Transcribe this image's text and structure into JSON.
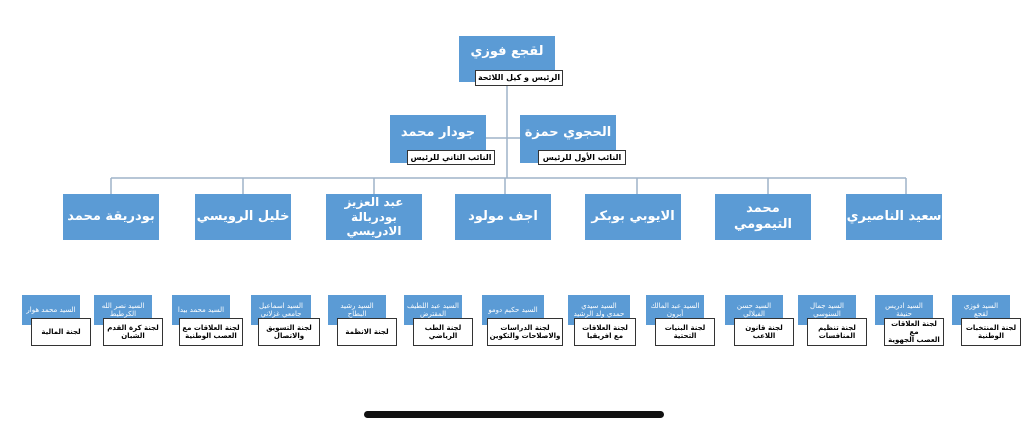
{
  "president": {
    "name": "لقجع فوزي",
    "role": "الرئيس و كيل اللائحة"
  },
  "vice_presidents": [
    {
      "name": "الحجوي حمزة",
      "role": "النائب الأول للرئيس"
    },
    {
      "name": "جودار محمد",
      "role": "النائب الثاني للرئيس"
    }
  ],
  "members": [
    "سعيد الناصيري",
    "محمد التيمومي",
    "الايوبي بوبكر",
    "اجف مولود",
    "عبد العزيز بودربالة\nالادريسي",
    "خليل الرويسي",
    "بودريقة محمد"
  ],
  "committees": [
    {
      "head": "السيد فوزي\nلقجع",
      "name": "لجنة المنتخبات\nالوطنية"
    },
    {
      "head": "السيد ادريس\nحنيفة",
      "name": "لجنة العلاقات مع\nالعصب الجهوية"
    },
    {
      "head": "السيد جمال\nالسنوسي",
      "name": "لجنة تنظيم\nالمنافسات"
    },
    {
      "head": "السيد حسن\nالفيلالي",
      "name": "لجنة قانون\nاللاعب"
    },
    {
      "head": "السيد عبد المالك\nأبرون",
      "name": "لجنة البنيات\nالتحتية"
    },
    {
      "head": "السيد سيدي\nحمدي ولد الرشيد",
      "name": "لجنة العلاقات\nمع افريقيا"
    },
    {
      "head": "السيد حكيم دومو",
      "name": "لجنة الدراسات\nوالاصلاحات والتكوين"
    },
    {
      "head": "السيد عبد اللطيف\nالمقترض",
      "name": "لجنة الطب\nالرياضي"
    },
    {
      "head": "السيد رشيد\nالبطاح",
      "name": "لجنة الانظمة"
    },
    {
      "head": "السيد اسماعيل\nجامعي غزلاني",
      "name": "لجنة التسويق\nوالاتصال"
    },
    {
      "head": "السيد محمد بيدا",
      "name": "لجنة العلاقات مع\nالعصب الوطنية"
    },
    {
      "head": "السيد نصر الله\nالكرطيط",
      "name": "لجنة كرة القدم\nالشبان"
    },
    {
      "head": "السيد محمد هوار",
      "name": "لجنة المالية"
    }
  ],
  "colors": {
    "node": "#5b9bd5",
    "line": "#9fb3c8",
    "subline": "#444444"
  }
}
